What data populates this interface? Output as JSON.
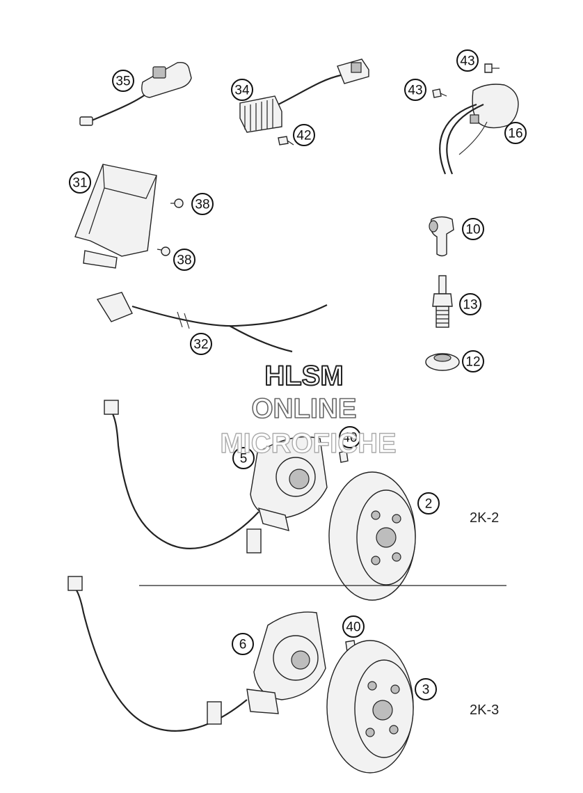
{
  "callouts": {
    "c35": "35",
    "c34": "34",
    "c43a": "43",
    "c43b": "43",
    "c42": "42",
    "c16": "16",
    "c31": "31",
    "c38a": "38",
    "c38b": "38",
    "c10": "10",
    "c13": "13",
    "c12": "12",
    "c32": "32",
    "c40a": "40",
    "c5": "5",
    "c2": "2",
    "c40b": "40",
    "c6": "6",
    "c3": "3"
  },
  "variants": {
    "upper": "2K-2",
    "lower": "2K-3"
  },
  "watermark": {
    "line1": "HLSM",
    "line2": "ONLINE",
    "line3": "MICROFICHE"
  }
}
